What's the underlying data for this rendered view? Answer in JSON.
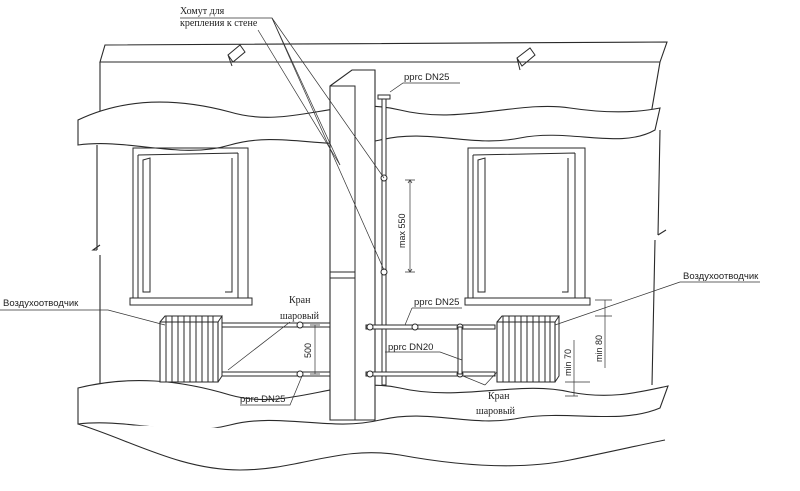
{
  "labels": {
    "clamp_line1": "Хомут для",
    "clamp_line2": "крепления к стене",
    "pipe_top": "pprc DN25",
    "pipe_mid": "pprc DN25",
    "pipe_dn20": "pprc DN20",
    "pipe_bottom_left": "pprc DN25",
    "air_vent_left": "Воздухоотводчик",
    "air_vent_right": "Воздухоотводчик",
    "valve_left_line1": "Кран",
    "valve_left_line2": "шаровый",
    "valve_right_line1": "Кран",
    "valve_right_line2": "шаровый"
  },
  "dimensions": {
    "max_riser": "max 550",
    "height_500": "500",
    "min_70": "min 70",
    "min_80": "min 80"
  }
}
